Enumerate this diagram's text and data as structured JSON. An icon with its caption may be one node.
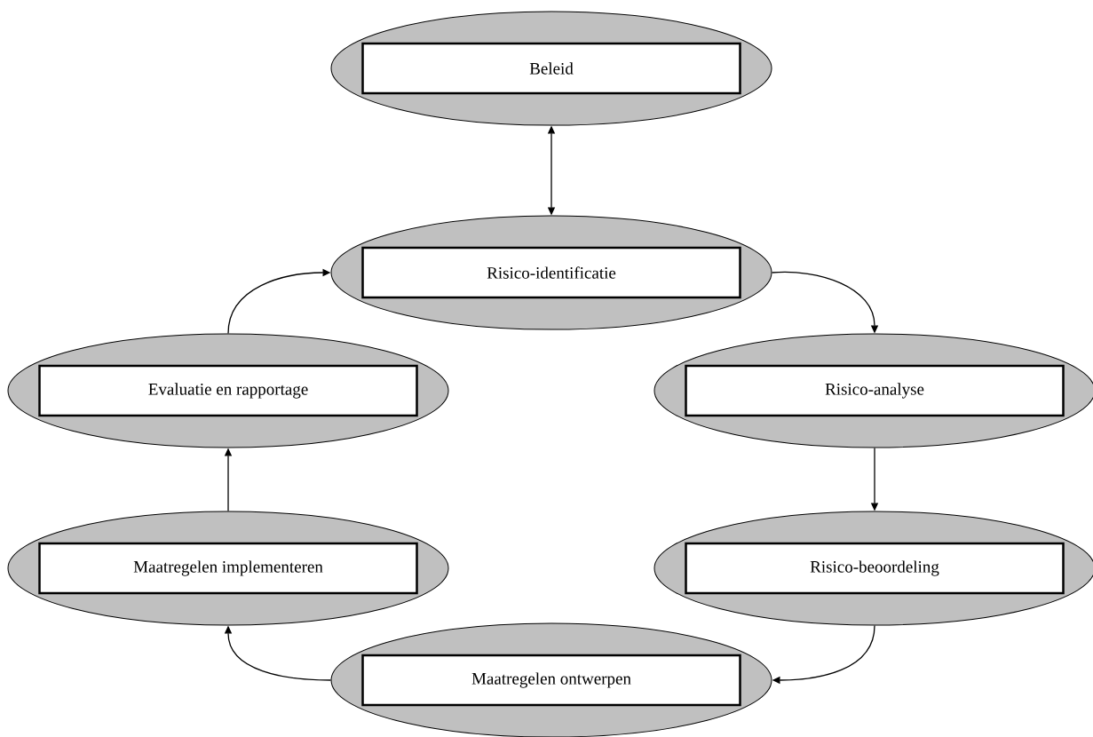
{
  "diagram": {
    "nodes": [
      {
        "text": [
          "Beleid"
        ]
      },
      {
        "text": [
          "Risico-identificatie"
        ]
      },
      {
        "text": [
          "Evaluatie en rapportage"
        ]
      },
      {
        "text": [
          "Risico-analyse"
        ]
      },
      {
        "text": [
          "Maatregelen implementeren"
        ]
      },
      {
        "text": [
          "Risico-beoordeling"
        ]
      },
      {
        "text": [
          "Maatregelen ontwerpen"
        ]
      }
    ],
    "edges": [
      {
        "from": 0,
        "to": 1,
        "arrow": "both"
      },
      {
        "from": 1,
        "to": 3,
        "arrow": "to"
      },
      {
        "from": 3,
        "to": 5,
        "arrow": "to"
      },
      {
        "from": 5,
        "to": 6,
        "arrow": "to"
      },
      {
        "from": 6,
        "to": 4,
        "arrow": "to"
      },
      {
        "from": 4,
        "to": 2,
        "arrow": "to"
      },
      {
        "from": 2,
        "to": 1,
        "arrow": "to"
      }
    ]
  }
}
